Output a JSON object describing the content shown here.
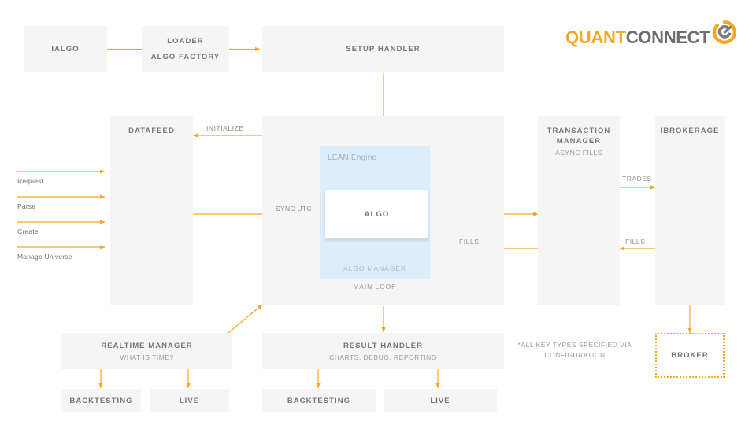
{
  "brand": {
    "name_part1": "QUANT",
    "name_part2": "CONNECT",
    "mark_icon": "quantconnect-logo-icon",
    "orange": "#f5a623",
    "gray": "#6e6e6e"
  },
  "colors": {
    "box_fill": "#f5f5f5",
    "lean_fill": "#ddeefb",
    "arrow": "#f5a623",
    "text": "#757575"
  },
  "nodes": {
    "ialgo": {
      "title": "IALGO"
    },
    "loader": {
      "title": "LOADER"
    },
    "algo_factory": {
      "title": "ALGO FACTORY"
    },
    "setup_handler": {
      "title": "SETUP HANDLER"
    },
    "datafeed": {
      "title": "DATAFEED"
    },
    "main_loop_container": {
      "title": ""
    },
    "lean_engine": {
      "label": "LEAN Engine"
    },
    "algo": {
      "title": "ALGO"
    },
    "algo_manager": {
      "label": "ALGO MANAGER"
    },
    "main_loop": {
      "label": "MAIN LOOP"
    },
    "transaction_manager": {
      "title": "TRANSACTION\nMANAGER",
      "sub": "ASYNC FILLS"
    },
    "ibrokerage": {
      "title": "IBROKERAGE"
    },
    "realtime_manager": {
      "title": "REALTIME MANAGER",
      "sub": "WHAT IS TIME?"
    },
    "result_handler": {
      "title": "RESULT HANDLER",
      "sub": "CHARTS, DEBUG, REPORTING"
    },
    "realtime_backtesting": {
      "title": "BACKTESTING"
    },
    "realtime_live": {
      "title": "LIVE"
    },
    "result_backtesting": {
      "title": "BACKTESTING"
    },
    "result_live": {
      "title": "LIVE"
    },
    "broker": {
      "title": "BROKER"
    }
  },
  "edge_labels": {
    "initialize": "INITIALIZE",
    "sync_utc": "SYNC UTC",
    "trades": "TRADES",
    "fills_mid": "FILLS",
    "fills_right": "FILLS"
  },
  "side_inputs": [
    {
      "label": "Request"
    },
    {
      "label": "Parse"
    },
    {
      "label": "Create"
    },
    {
      "label": "Manage Universe"
    }
  ],
  "footnote": {
    "text": "*ALL KEY TYPES SPECIFIED VIA\nCONFIGURATION"
  }
}
